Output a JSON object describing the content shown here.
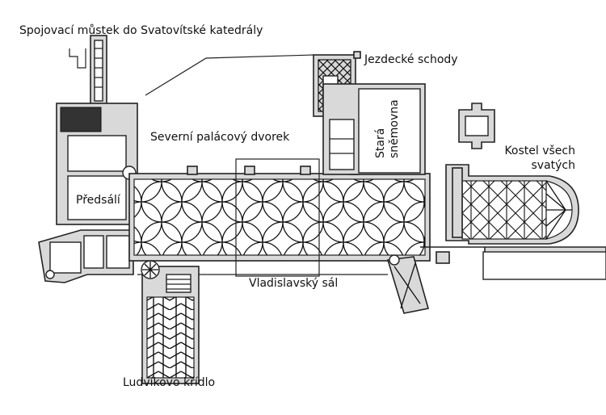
{
  "labels": {
    "bridge": "Spojovací můstek do Svatovítské katedrály",
    "rider_stairs": "Jezdecké schody",
    "old_diet_line1": "Stará",
    "old_diet_line2": "sněmovna",
    "north_courtyard": "Severní palácový dvorek",
    "all_saints_line1": "Kostel všech",
    "all_saints_line2": "svatých",
    "antechamber": "Předsálí",
    "vladislav_hall": "Vladislavský sál",
    "ludwig_wing": "Ludvíkovo křídlo"
  }
}
